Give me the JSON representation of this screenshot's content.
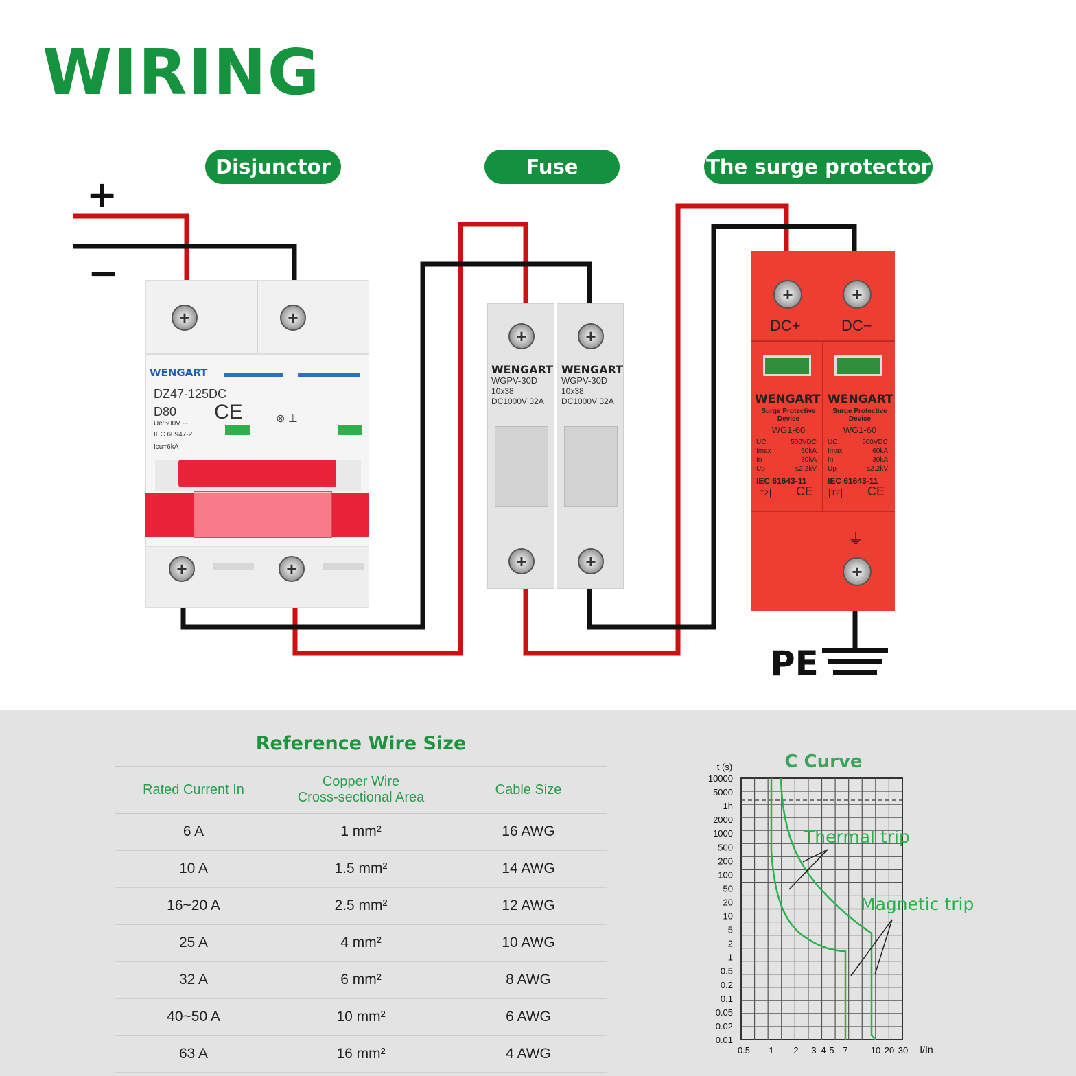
{
  "title": "WIRING",
  "labels": {
    "breaker": "Disjunctor",
    "fuse": "Fuse",
    "spd": "The surge protector",
    "plus": "+",
    "minus": "−",
    "pe": "PE"
  },
  "breaker": {
    "brand": "WENGART",
    "model": "DZ47-125DC",
    "rating": "D80",
    "ue": "Ue:500V ⎓",
    "std": "IEC 60947-2",
    "icu": "Icu=6kA",
    "ce": "CE"
  },
  "fuse": {
    "brand": "WENGART",
    "model": "WGPV-30D",
    "size": "10x38",
    "rating": "DC1000V  32A"
  },
  "spd": {
    "terminal_plus": "DC+",
    "terminal_minus": "DC−",
    "brand": "WENGART",
    "desc": "Surge Protective Device",
    "model": "WG1-60",
    "specs": [
      {
        "k": "UC",
        "v": "500VDC"
      },
      {
        "k": "Imax",
        "v": "60kA"
      },
      {
        "k": "In",
        "v": "30kA"
      },
      {
        "k": "Up",
        "v": "≤2.2kV"
      }
    ],
    "std": "IEC 61643-11",
    "class": "T2",
    "ce": "CE"
  },
  "wire_table": {
    "title": "Reference Wire Size",
    "headers": [
      "Rated Current In",
      "Copper Wire\nCross-sectional Area",
      "Cable Size"
    ],
    "rows": [
      [
        "6 A",
        "1 mm²",
        "16 AWG"
      ],
      [
        "10 A",
        "1.5 mm²",
        "14 AWG"
      ],
      [
        "16~20 A",
        "2.5 mm²",
        "12 AWG"
      ],
      [
        "25 A",
        "4 mm²",
        "10 AWG"
      ],
      [
        "32 A",
        "6 mm²",
        "8 AWG"
      ],
      [
        "40~50 A",
        "10 mm²",
        "6 AWG"
      ],
      [
        "63 A",
        "16 mm²",
        "4 AWG"
      ]
    ]
  },
  "c_curve": {
    "title": "C Curve",
    "y_axis_label": "t (s)",
    "x_axis_label": "I/In",
    "y_ticks": [
      "10000",
      "5000",
      "1h",
      "2000",
      "1000",
      "500",
      "200",
      "100",
      "50",
      "20",
      "10",
      "5",
      "2",
      "1",
      "0.5",
      "0.2",
      "0.1",
      "0.05",
      "0.02",
      "0.01"
    ],
    "x_ticks": [
      "0.5",
      "1",
      "2",
      "3",
      "4",
      "5",
      "7",
      "10",
      "20",
      "30"
    ],
    "annotations": [
      "Thermal trip",
      "Magnetic trip"
    ],
    "colors": {
      "curve": "#2bb34b",
      "grid": "#555555"
    }
  },
  "colors": {
    "accent": "#16933e",
    "wire_pos": "#cc1111",
    "wire_neg": "#111111",
    "spd_body": "#ee3d31"
  }
}
